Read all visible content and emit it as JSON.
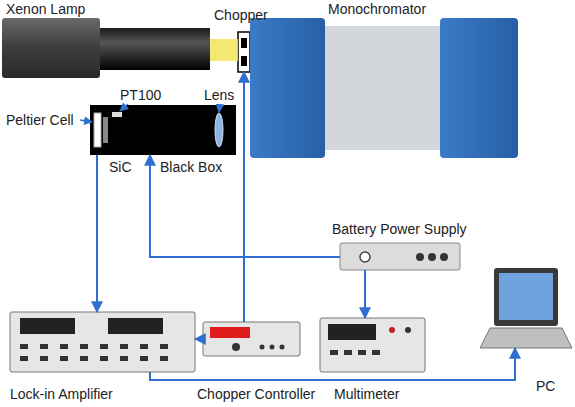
{
  "diagram": {
    "nodes": [
      {
        "text": [
          "Xenon Lamp"
        ]
      },
      {
        "text": [
          "Chopper"
        ]
      },
      {
        "text": [
          "Monochromator"
        ]
      },
      {
        "text": [
          "Black Box"
        ]
      },
      {
        "text": [
          "Battery Power Supply"
        ]
      },
      {
        "text": [
          "Lock-in Amplifier"
        ]
      },
      {
        "text": [
          "Chopper Controller"
        ]
      },
      {
        "text": [
          "Multimeter"
        ]
      },
      {
        "text": [
          "PC"
        ]
      }
    ],
    "edges": [
      {
        "from": 0,
        "to": 1,
        "arrow": "none"
      },
      {
        "from": 3,
        "to": 5,
        "arrow": "to"
      },
      {
        "from": 4,
        "to": 3,
        "arrow": "to"
      },
      {
        "from": 4,
        "to": 7,
        "arrow": "to"
      },
      {
        "from": 6,
        "to": 1,
        "arrow": "to"
      },
      {
        "from": 6,
        "to": 5,
        "arrow": "to"
      },
      {
        "from": 5,
        "to": 8,
        "arrow": "to"
      }
    ],
    "labels": [
      "PT100",
      "Peltier Cell",
      "SiC",
      "Lens"
    ]
  }
}
